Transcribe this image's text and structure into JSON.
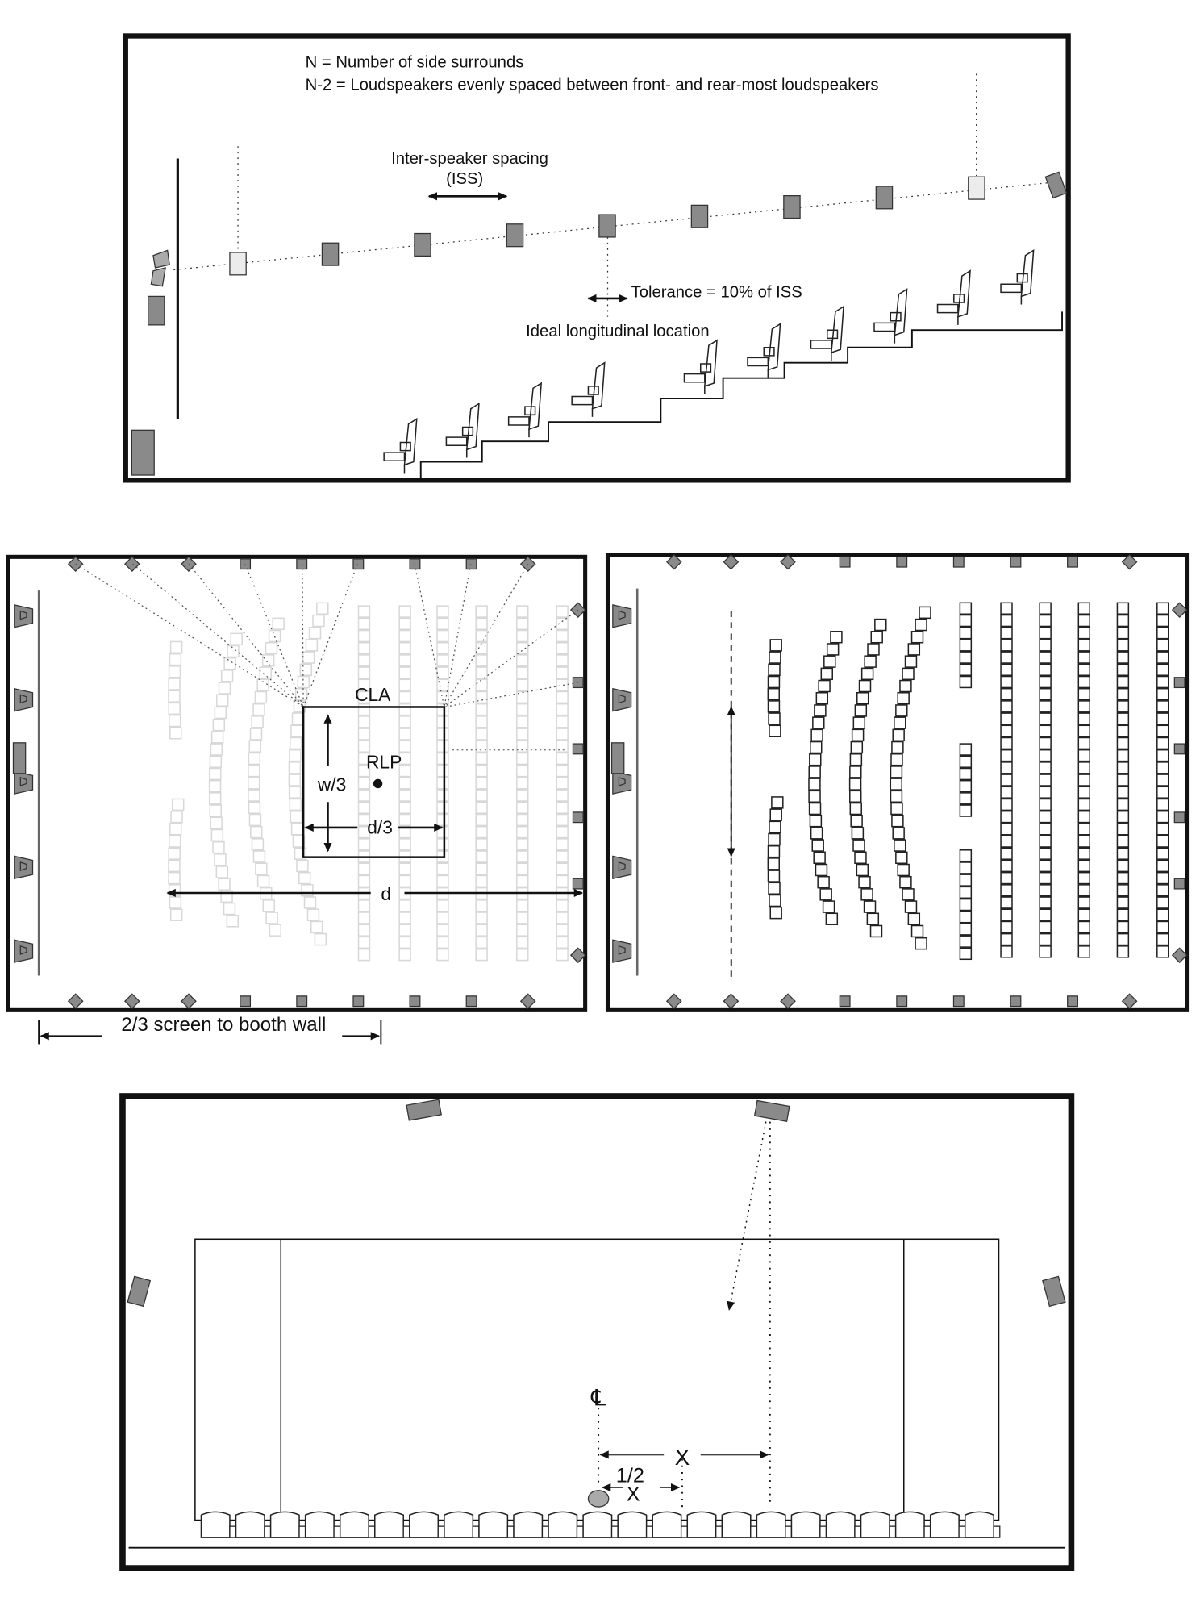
{
  "section_view": {
    "legend_line1": "N = Number of side surrounds",
    "legend_line2": "N-2 = Loudspeakers evenly spaced between front- and rear-most loudspeakers",
    "iss_label_line1": "Inter-speaker spacing",
    "iss_label_line2": "(ISS)",
    "tolerance_label": "Tolerance = 10% of ISS",
    "ideal_location_label": "Ideal longitudinal location"
  },
  "plan_view_left": {
    "cla_label": "CLA",
    "rlp_label": "RLP",
    "width_label": "w/3",
    "depth_third_label": "d/3",
    "depth_label": "d",
    "dimension_label": "2/3 screen to booth wall"
  },
  "front_view": {
    "centerline_label": "℄",
    "x_label": "X",
    "half_label": "1/2",
    "half_x_label": "X"
  },
  "colors": {
    "speaker_fill": "#8a8a8a",
    "light_speaker_fill": "#ececec",
    "faded_seat": "#d8d8d8"
  }
}
